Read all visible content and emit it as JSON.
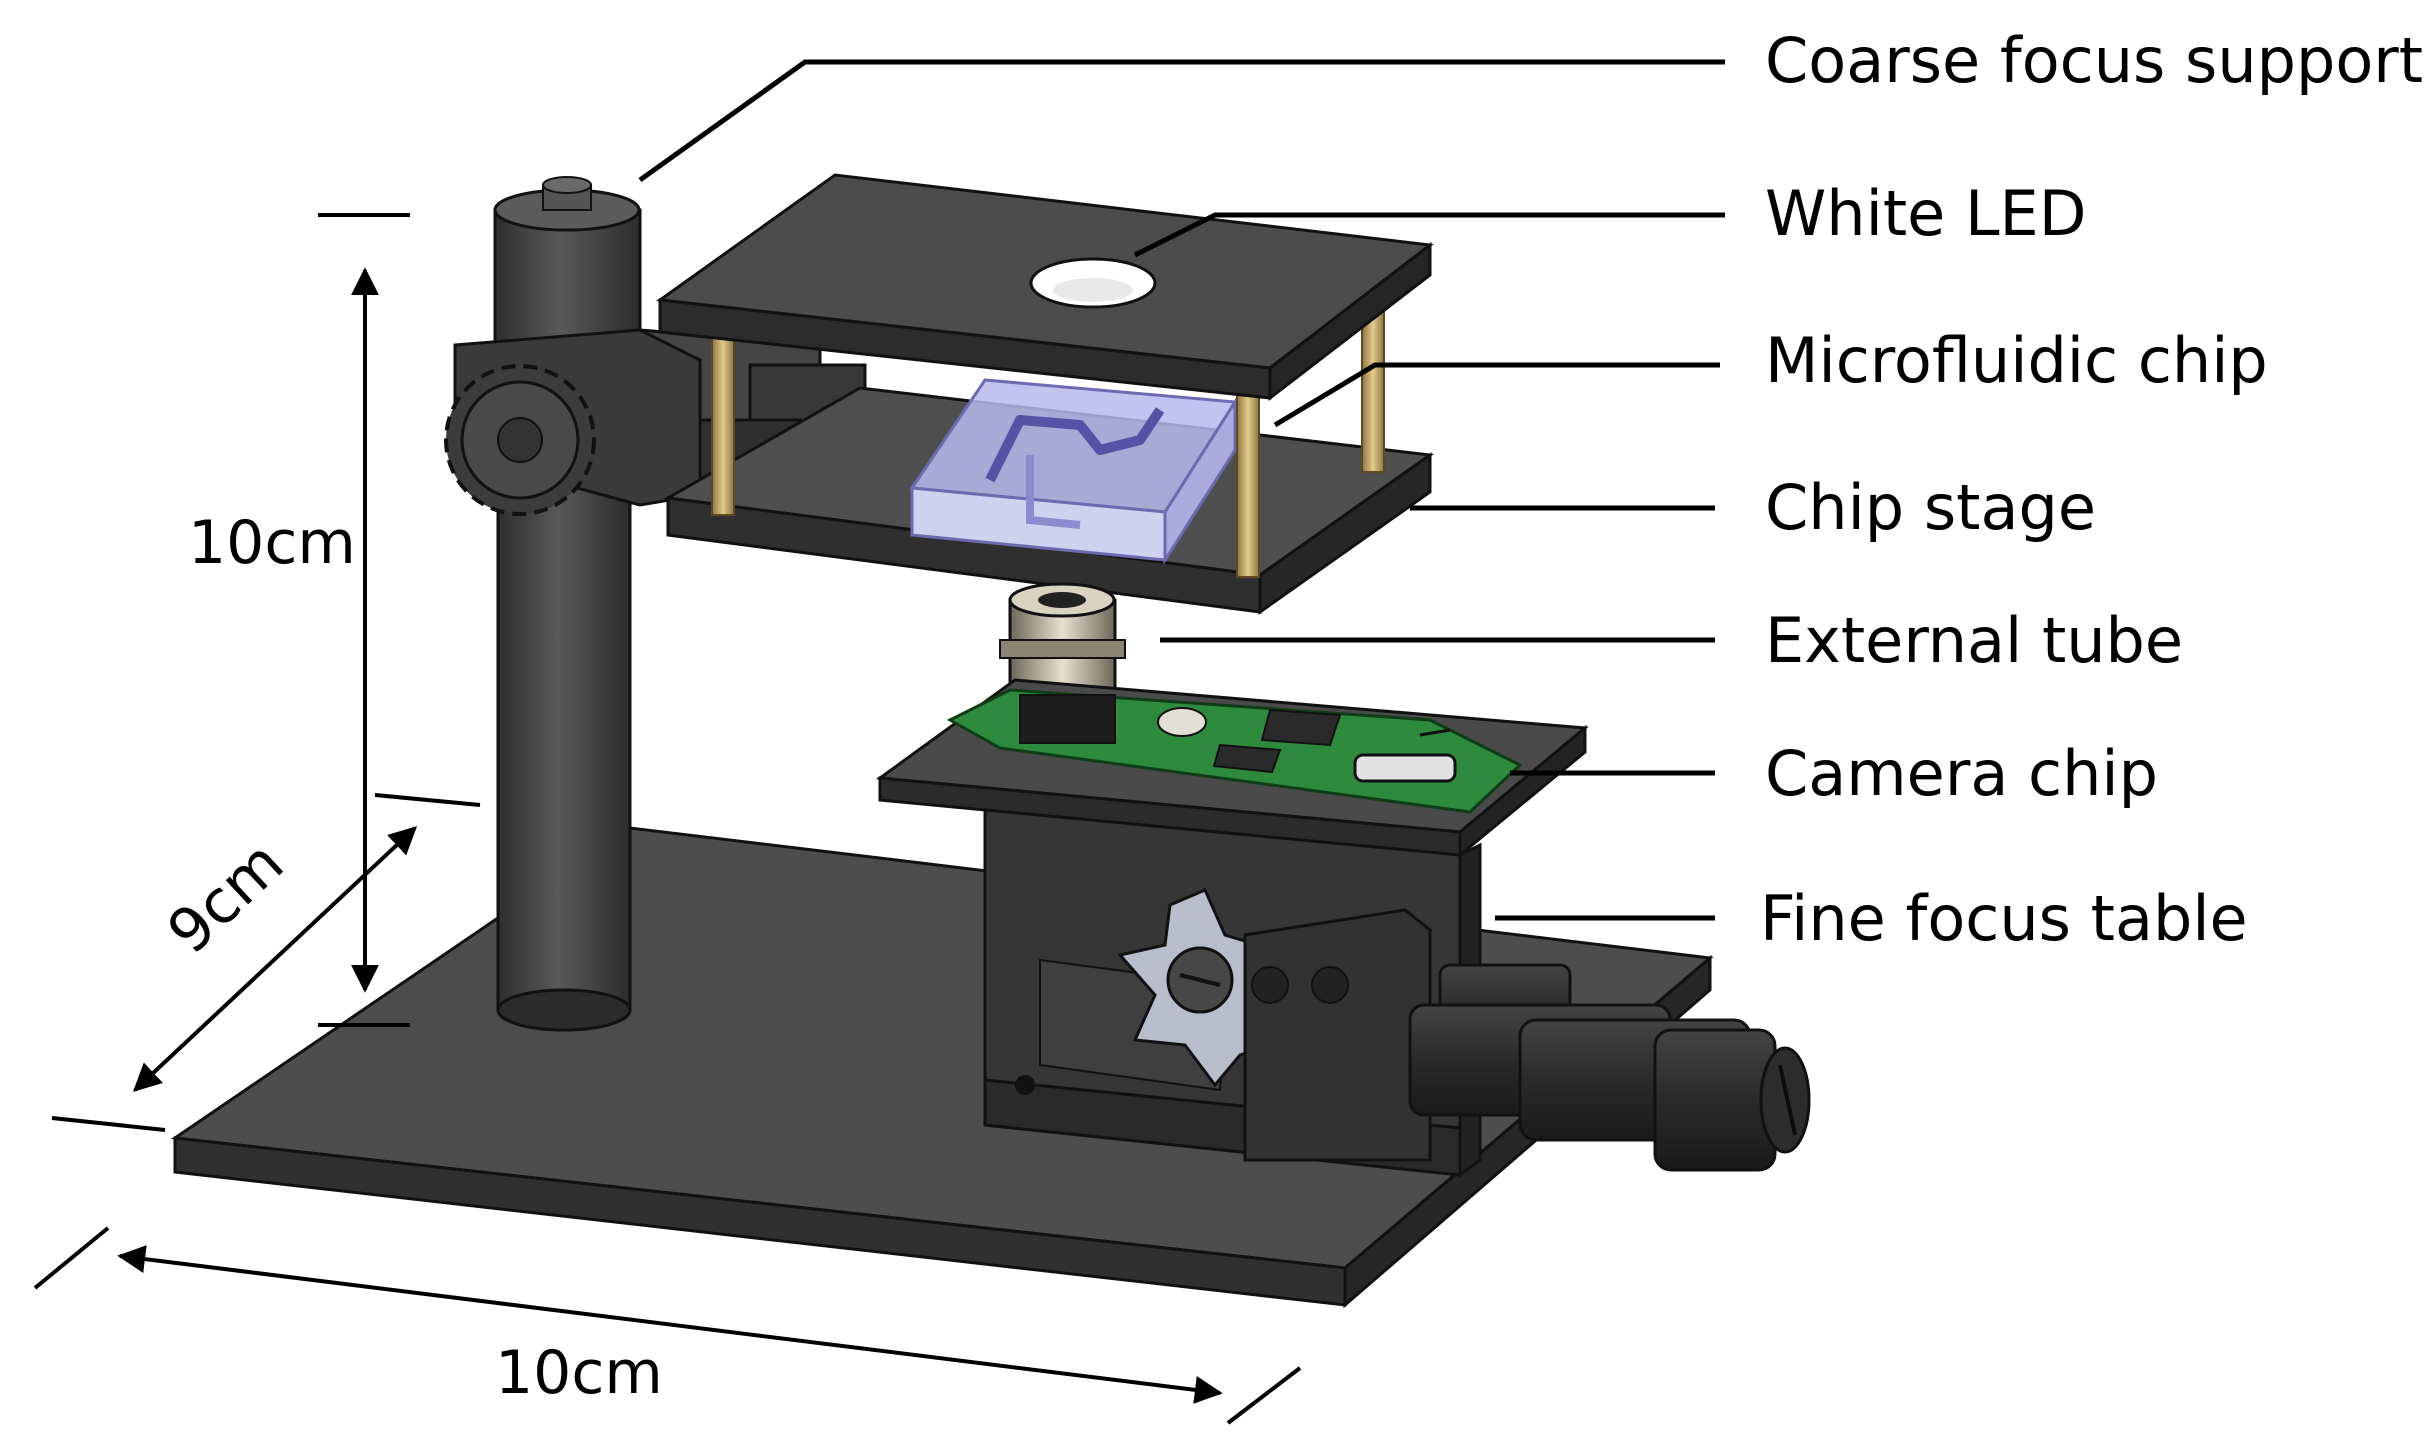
{
  "labels": {
    "coarse_focus_support": "Coarse focus support",
    "white_led": "White LED",
    "microfluidic_chip": "Microfluidic chip",
    "chip_stage": "Chip stage",
    "external_tube": "External tube",
    "camera_chip": "Camera chip",
    "fine_focus_table": "Fine focus table"
  },
  "dimensions": {
    "height": "10cm",
    "depth": "9cm",
    "width": "10cm"
  },
  "colors": {
    "body_dark": "#3c3c3c",
    "body_mid": "#4a4a4a",
    "body_light": "#5a5a5a",
    "pcb_green": "#2e8b3e",
    "chip_blue": "#b9b8ec",
    "brass_rod": "#c9ad6a",
    "knob_steel": "#b8bccb"
  }
}
